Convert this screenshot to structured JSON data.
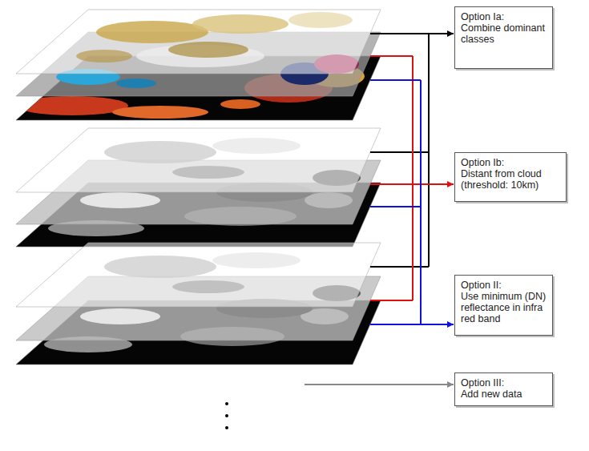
{
  "diagram": {
    "nodes": [
      {
        "text": [
          "Option Ia:",
          "Combine dominant classes"
        ]
      },
      {
        "text": [
          "Option Ib:",
          "Distant from cloud (threshold: 10km)"
        ]
      },
      {
        "text": [
          "Option II:",
          "Use minimum (DN) reflectance in infra red band"
        ]
      },
      {
        "text": [
          "Option III:",
          "Add new data"
        ]
      }
    ]
  }
}
